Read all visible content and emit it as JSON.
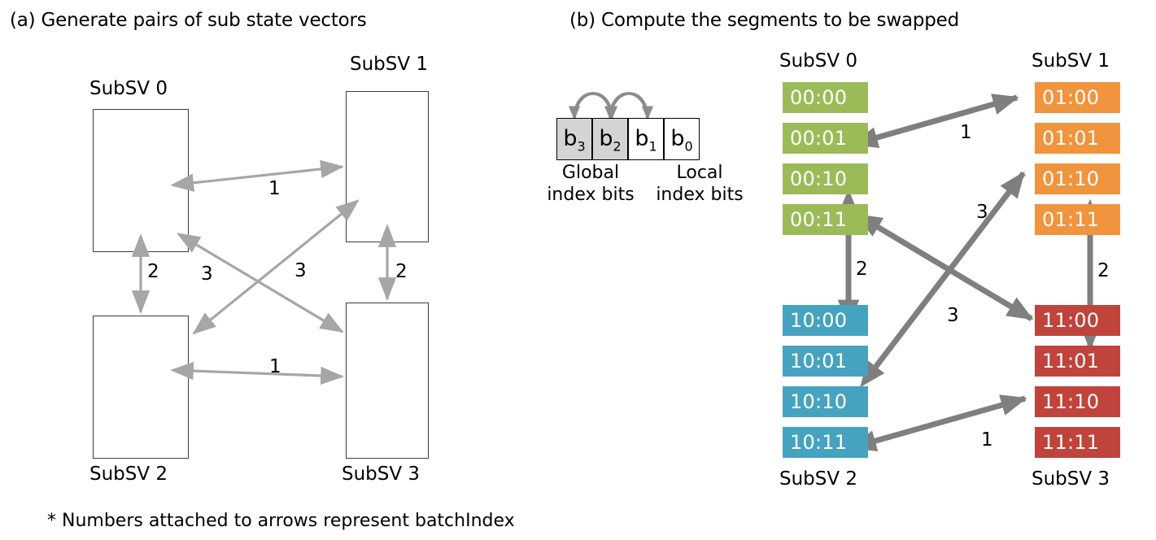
{
  "panels": {
    "a": {
      "title": "(a) Generate pairs of sub state vectors"
    },
    "b": {
      "title": "(b) Compute the segments to be swapped"
    }
  },
  "footnote": "* Numbers attached to arrows represent batchIndex",
  "colors": {
    "subsv0": "#9bbb59",
    "subsv1": "#f0943d",
    "subsv2": "#46a3c0",
    "subsv3": "#c0443c",
    "arrow_light": "#a6a6a6",
    "arrow_dark": "#7f7f7f",
    "box_border": "#3c3c3c",
    "bit_shaded": "#d4d4d4"
  },
  "panel_a": {
    "boxes": [
      {
        "id": "subsv0",
        "label": "SubSV 0",
        "label_pos": "top"
      },
      {
        "id": "subsv1",
        "label": "SubSV 1",
        "label_pos": "top"
      },
      {
        "id": "subsv2",
        "label": "SubSV 2",
        "label_pos": "bottom"
      },
      {
        "id": "subsv3",
        "label": "SubSV 3",
        "label_pos": "bottom"
      }
    ],
    "arrows": [
      {
        "id": "a-0-1",
        "label": "1",
        "from": "SubSV 0",
        "to": "SubSV 1",
        "double": true
      },
      {
        "id": "a-0-2",
        "label": "2",
        "from": "SubSV 0",
        "to": "SubSV 2",
        "double": true
      },
      {
        "id": "a-1-3",
        "label": "2",
        "from": "SubSV 1",
        "to": "SubSV 3",
        "double": true
      },
      {
        "id": "a-0-3",
        "label": "3",
        "from": "SubSV 0",
        "to": "SubSV 3",
        "double": true
      },
      {
        "id": "a-1-2",
        "label": "3",
        "from": "SubSV 1",
        "to": "SubSV 2",
        "double": true
      },
      {
        "id": "a-2-3",
        "label": "1",
        "from": "SubSV 2",
        "to": "SubSV 3",
        "double": true
      }
    ]
  },
  "panel_b": {
    "bit_field": {
      "bits": [
        {
          "name": "b3",
          "base": "b",
          "sub": "3",
          "shaded": true
        },
        {
          "name": "b2",
          "base": "b",
          "sub": "2",
          "shaded": true
        },
        {
          "name": "b1",
          "base": "b",
          "sub": "1",
          "shaded": false
        },
        {
          "name": "b0",
          "base": "b",
          "sub": "0",
          "shaded": false
        }
      ],
      "captions": {
        "left_line1": "Global",
        "left_line2": "index bits",
        "right_line1": "Local",
        "right_line2": "index bits"
      },
      "swap_arcs": [
        {
          "from": "b1",
          "to": "b3"
        },
        {
          "from": "b0",
          "to": "b2"
        },
        {
          "from": "b3",
          "to": "b1"
        },
        {
          "from": "b2",
          "to": "b0"
        }
      ]
    },
    "groups": [
      {
        "id": "subsv0",
        "label": "SubSV 0",
        "label_pos": "top",
        "color": "#9bbb59",
        "segments": [
          "00:00",
          "00:01",
          "00:10",
          "00:11"
        ]
      },
      {
        "id": "subsv1",
        "label": "SubSV 1",
        "label_pos": "top",
        "color": "#f0943d",
        "segments": [
          "01:00",
          "01:01",
          "01:10",
          "01:11"
        ]
      },
      {
        "id": "subsv2",
        "label": "SubSV 2",
        "label_pos": "bottom",
        "color": "#46a3c0",
        "segments": [
          "10:00",
          "10:01",
          "10:10",
          "10:11"
        ]
      },
      {
        "id": "subsv3",
        "label": "SubSV 3",
        "label_pos": "bottom",
        "color": "#c0443c",
        "segments": [
          "11:00",
          "11:01",
          "11:10",
          "11:11"
        ]
      }
    ],
    "swap_arrows": [
      {
        "id": "b-1-top",
        "label": "1",
        "from": "00:01",
        "to": "01:00",
        "double": true
      },
      {
        "id": "b-2-left",
        "label": "2",
        "from": "00:11",
        "to": "10:00",
        "double": true
      },
      {
        "id": "b-2-right",
        "label": "2",
        "from": "01:11",
        "to": "11:01",
        "double": true
      },
      {
        "id": "b-3-upper",
        "label": "3",
        "from": "00:11",
        "to": "11:00",
        "double": true
      },
      {
        "id": "b-3-lower",
        "label": "3",
        "from": "10:01",
        "to": "01:10",
        "double": true
      },
      {
        "id": "b-1-bottom",
        "label": "1",
        "from": "10:11",
        "to": "11:10",
        "double": true
      }
    ]
  }
}
